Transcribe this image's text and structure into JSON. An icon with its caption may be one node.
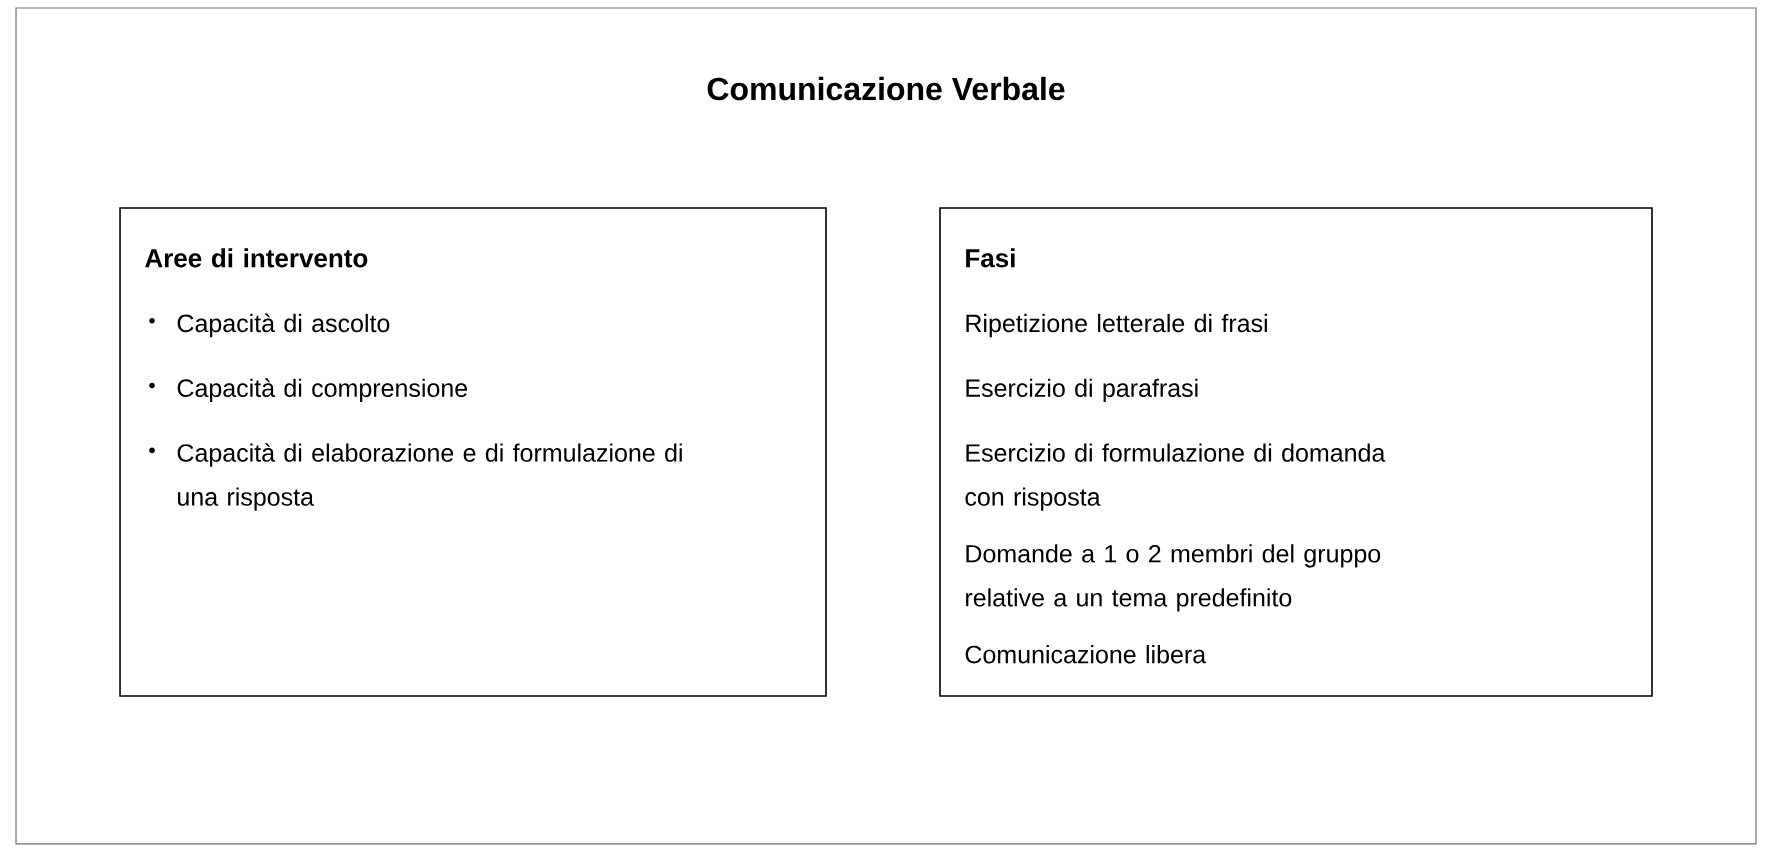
{
  "diagram": {
    "title": "Comunicazione Verbale",
    "nodes": [
      {
        "text": [
          "Aree di intervento",
          "Capacità di ascolto",
          "Capacità di comprensione",
          "Capacità di elaborazione e di formulazione di una risposta"
        ]
      },
      {
        "text": [
          "Fasi",
          "Ripetizione letterale di frasi",
          "Esercizio di parafrasi",
          "Esercizio di formulazione di domanda con risposta",
          "Domande a 1 o 2 membri del gruppo relative a un tema predefinito",
          "Comunicazione libera"
        ]
      }
    ]
  }
}
